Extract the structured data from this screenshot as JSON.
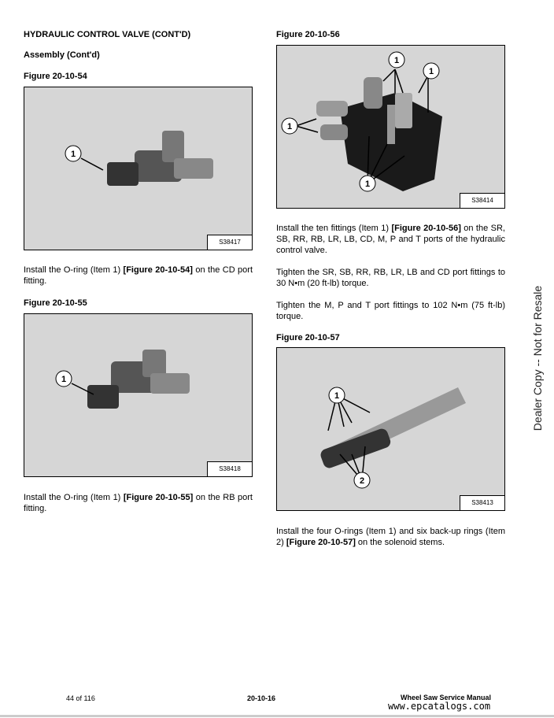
{
  "header": {
    "section_title": "HYDRAULIC CONTROL VALVE (CONT'D)",
    "subtitle": "Assembly (Cont'd)"
  },
  "left": {
    "fig54": {
      "title": "Figure 20-10-54",
      "tag": "S38417",
      "callouts": [
        "1"
      ]
    },
    "p1": {
      "a": "Install the O-ring (Item 1) ",
      "ref": "[Figure 20-10-54]",
      "b": " on the CD port fitting."
    },
    "fig55": {
      "title": "Figure 20-10-55",
      "tag": "S38418",
      "callouts": [
        "1"
      ]
    },
    "p2": {
      "a": "Install the O-ring (Item 1) ",
      "ref": "[Figure 20-10-55]",
      "b": " on the RB port fitting."
    }
  },
  "right": {
    "fig56": {
      "title": "Figure 20-10-56",
      "tag": "S38414",
      "callouts": [
        "1",
        "1",
        "1",
        "1"
      ]
    },
    "p1": {
      "a": "Install the ten fittings (Item 1) ",
      "ref": "[Figure 20-10-56]",
      "b": " on the SR, SB, RR, RB, LR, LB, CD, M, P and T ports of the hydraulic control valve."
    },
    "p2": "Tighten the SR, SB, RR, RB, LR, LB and CD port fittings to 30 N•m (20 ft-lb) torque.",
    "p3": "Tighten the M, P and T port fittings to 102 N•m (75 ft-lb) torque.",
    "fig57": {
      "title": "Figure 20-10-57",
      "tag": "S38413",
      "callouts": [
        "1",
        "2"
      ]
    },
    "p4": {
      "a": "Install the four O-rings (Item 1) and six back-up rings (Item 2) ",
      "ref": "[Figure 20-10-57]",
      "b": " on the solenoid stems."
    }
  },
  "watermark": "Dealer Copy -- Not for Resale",
  "footer": {
    "page": "44 of 116",
    "section": "20-10-16",
    "manual": "Wheel Saw Service Manual",
    "site": "www.epcatalogs.com"
  }
}
